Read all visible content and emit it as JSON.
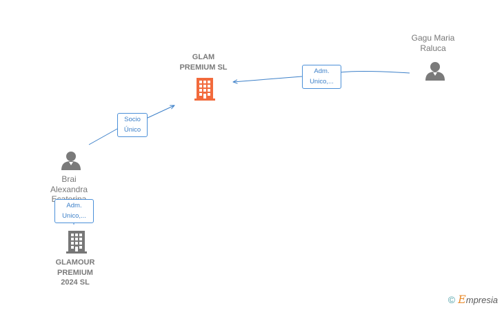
{
  "nodes": {
    "glam_premium": {
      "name_line1": "GLAM",
      "name_line2": "PREMIUM  SL",
      "type": "company",
      "color": "#f26a3c"
    },
    "gagu": {
      "name_line1": "Gagu Maria",
      "name_line2": "Raluca",
      "type": "person",
      "color": "#7a7a7a"
    },
    "brai": {
      "name_line1": "Brai",
      "name_line2": "Alexandra",
      "name_line3": "Ecaterina",
      "type": "person",
      "color": "#7a7a7a"
    },
    "glamour": {
      "name_line1": "GLAMOUR",
      "name_line2": "PREMIUM",
      "name_line3": "2024  SL",
      "type": "company",
      "color": "#777777"
    }
  },
  "edges": [
    {
      "from": "gagu",
      "to": "glam_premium",
      "label_line1": "Adm.",
      "label_line2": "Unico,..."
    },
    {
      "from": "brai",
      "to": "glam_premium",
      "label_line1": "Socio",
      "label_line2": "Único"
    },
    {
      "from": "brai",
      "to": "glamour",
      "label_line1": "Adm.",
      "label_line2": "Unico,..."
    }
  ],
  "colors": {
    "edge": "#3b7fc8",
    "company_main": "#f26a3c",
    "company_other": "#777777",
    "person": "#7a7a7a"
  },
  "brand": {
    "copyright": "©",
    "initial": "E",
    "rest": "mpresia"
  }
}
